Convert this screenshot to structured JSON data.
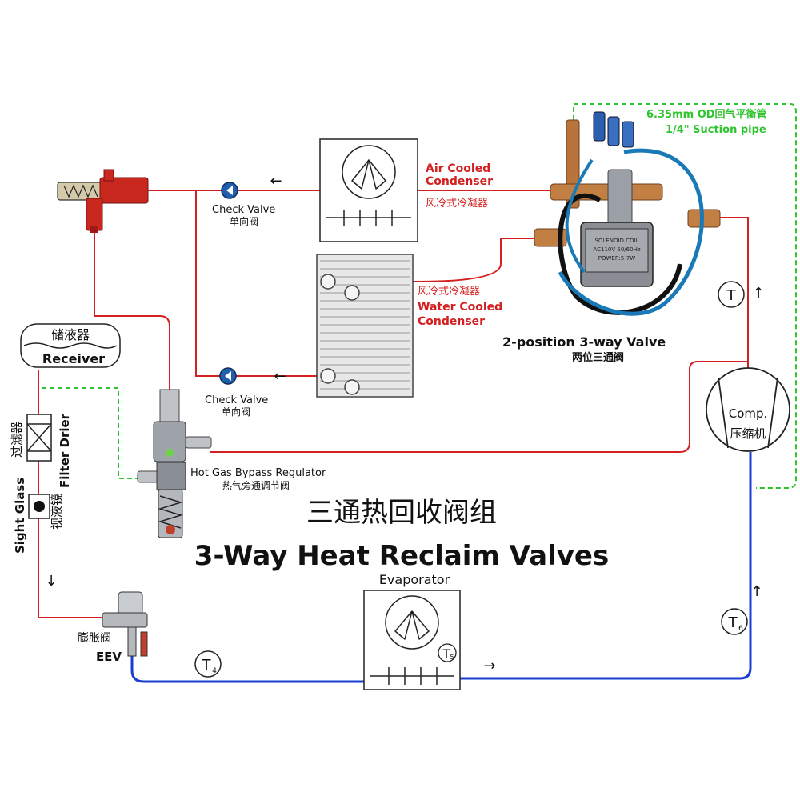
{
  "colors": {
    "refrigerant_line": "#d42020",
    "suction_line": "#1a3fd0",
    "equalizer_line": "#2ec42e",
    "label_red": "#d42020",
    "label_green": "#2ec42e",
    "ink": "#111111",
    "check_valve_fill": "#1f5fae"
  },
  "title": {
    "cn": "三通热回收阀组",
    "en": "3-Way Heat Reclaim Valves"
  },
  "labels": {
    "air_condenser_en1": "Air Cooled",
    "air_condenser_en2": "Condenser",
    "air_condenser_cn": "风冷式冷凝器",
    "water_condenser_cn": "风冷式冷凝器",
    "water_condenser_en1": "Water Cooled",
    "water_condenser_en2": "Condenser",
    "check_valve_top_en": "Check Valve",
    "check_valve_top_cn": "单向阀",
    "check_valve_bottom_en": "Check Valve",
    "check_valve_bottom_cn": "单向阀",
    "three_way_valve_en": "2-position 3-way Valve",
    "three_way_valve_cn": "两位三通阀",
    "suction_pipe_1": "6.35mm OD回气平衡管",
    "suction_pipe_2": "1/4\" Suction pipe",
    "receiver_cn": "储液器",
    "receiver_en": "Receiver",
    "filter_cn": "过滤器",
    "filter_en": "Filter Drier",
    "sight_glass_en": "Sight Glass",
    "sight_glass_cn": "视液镜",
    "hot_gas_en": "Hot Gas Bypass Regulator",
    "hot_gas_cn": "热气旁通调节阀",
    "compressor_en": "Comp.",
    "compressor_cn": "压缩机",
    "evaporator": "Evaporator",
    "eev_cn": "膨胀阀",
    "eev_en": "EEV",
    "solenoid_1": "SOLENOID COIL",
    "solenoid_2": "AC110V 50/60Hz",
    "solenoid_3": "POWER:5-7W"
  },
  "sensors": {
    "t_discharge": "T",
    "t4": "T",
    "t4_sub": "4",
    "t5": "T",
    "t5_sub": "5",
    "t6": "T",
    "t6_sub": "6"
  },
  "flow_arrows": {
    "left": "←",
    "right": "→",
    "up": "↑",
    "down": "↓"
  }
}
